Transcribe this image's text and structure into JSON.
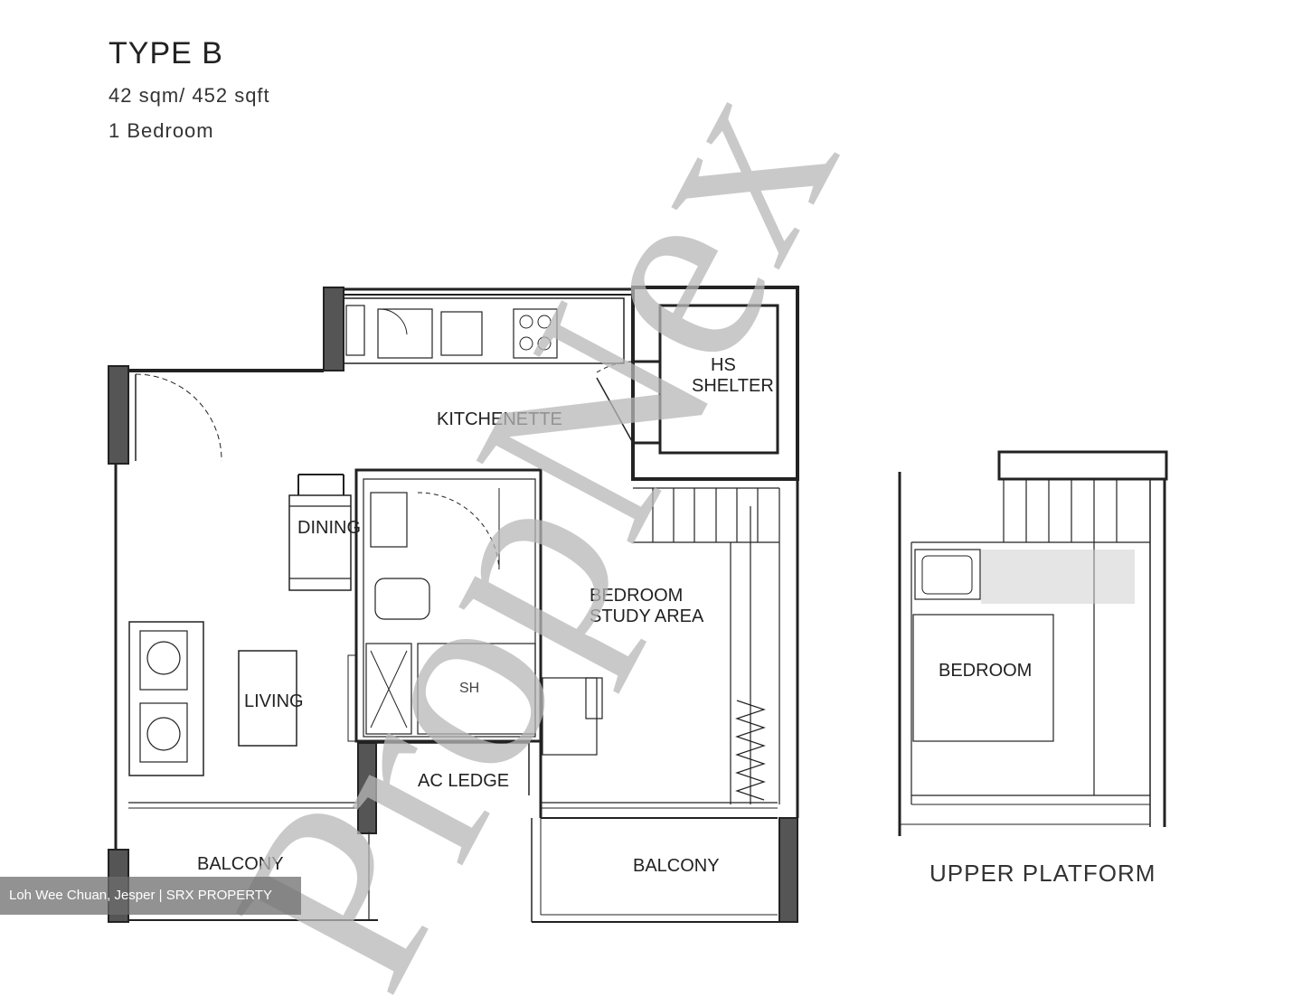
{
  "header": {
    "unit_type": "TYPE B",
    "area": "42 sqm/ 452 sqft",
    "bedrooms": "1 Bedroom"
  },
  "rooms": {
    "kitchenette": "KITCHENETTE",
    "hs_shelter_line1": "HS",
    "hs_shelter_line2": "SHELTER",
    "dining": "DINING",
    "living": "LIVING",
    "study_line1": "BEDROOM",
    "study_line2": "STUDY AREA",
    "sh": "SH",
    "ac_ledge": "AC LEDGE",
    "balcony_left": "BALCONY",
    "balcony_right": "BALCONY",
    "bedroom": "BEDROOM",
    "upper_platform": "UPPER PLATFORM"
  },
  "watermark": "PropNex",
  "credit": "Loh Wee Chuan, Jesper | SRX PROPERTY"
}
